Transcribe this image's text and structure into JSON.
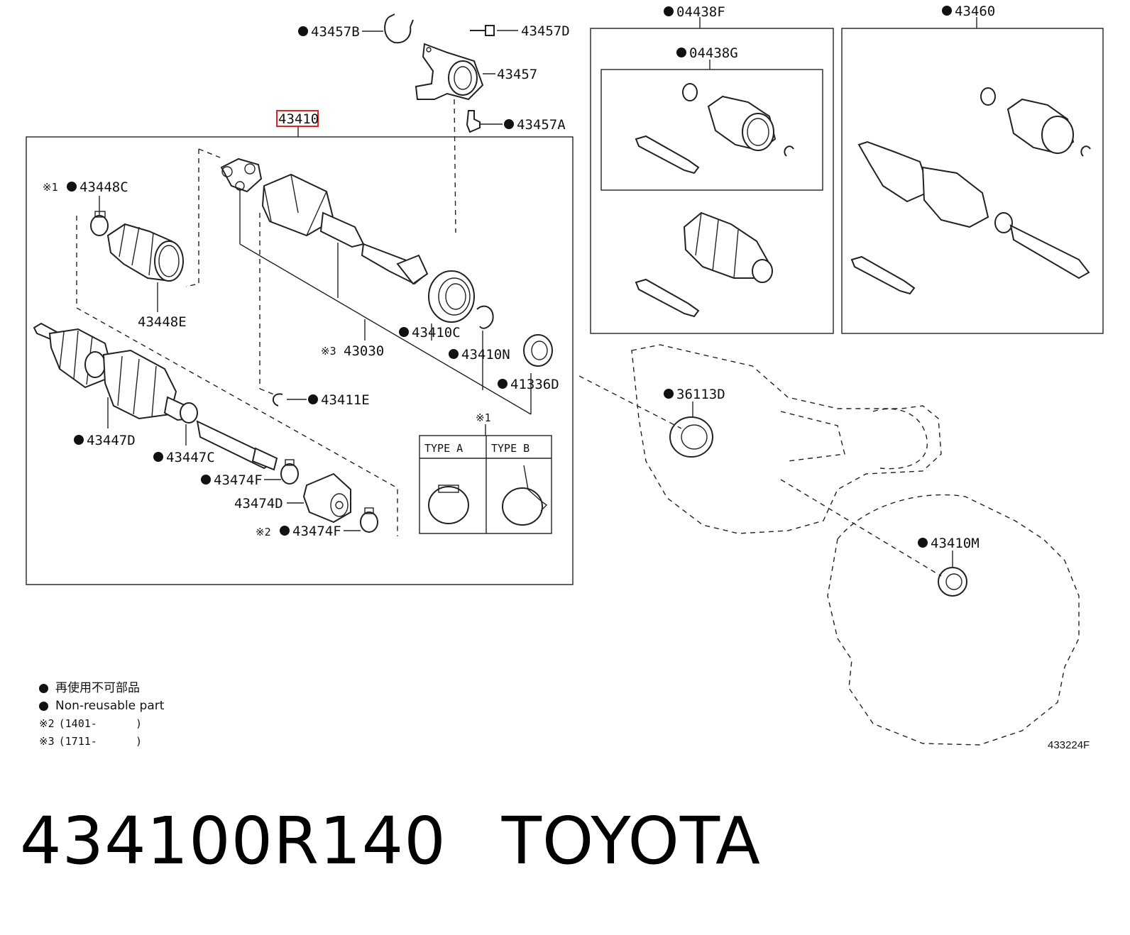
{
  "labels": {
    "p43457B": "43457B",
    "p43457D": "43457D",
    "p43457": "43457",
    "p43457A": "43457A",
    "p43410": "43410",
    "p43448C": "43448C",
    "p43448C_note": "※1",
    "p43448E": "43448E",
    "p43030": "43030",
    "p43030_note": "※3",
    "p43410C": "43410C",
    "p43410N": "43410N",
    "p41336D": "41336D",
    "p43411E": "43411E",
    "p43447D": "43447D",
    "p43447C": "43447C",
    "p43474F_a": "43474F",
    "p43474D": "43474D",
    "p43474F_b": "43474F",
    "p43474F_b_note": "※2",
    "type_note": "※1",
    "type_a": "TYPE A",
    "type_b": "TYPE B",
    "p04438F": "04438F",
    "p04438G": "04438G",
    "p43460": "43460",
    "p36113D": "36113D",
    "p43410M": "43410M"
  },
  "legend": {
    "jp": "再使用不可部品",
    "en": "Non-reusable part",
    "note2_mark": "※2",
    "note2": "(1401-      )",
    "note3_mark": "※3",
    "note3": "(1711-      )"
  },
  "diagram_code": "433224F",
  "footer": {
    "part_number": "434100R140",
    "brand": "TOYOTA"
  },
  "colors": {
    "highlight": "#dd2222",
    "ink": "#222222"
  }
}
